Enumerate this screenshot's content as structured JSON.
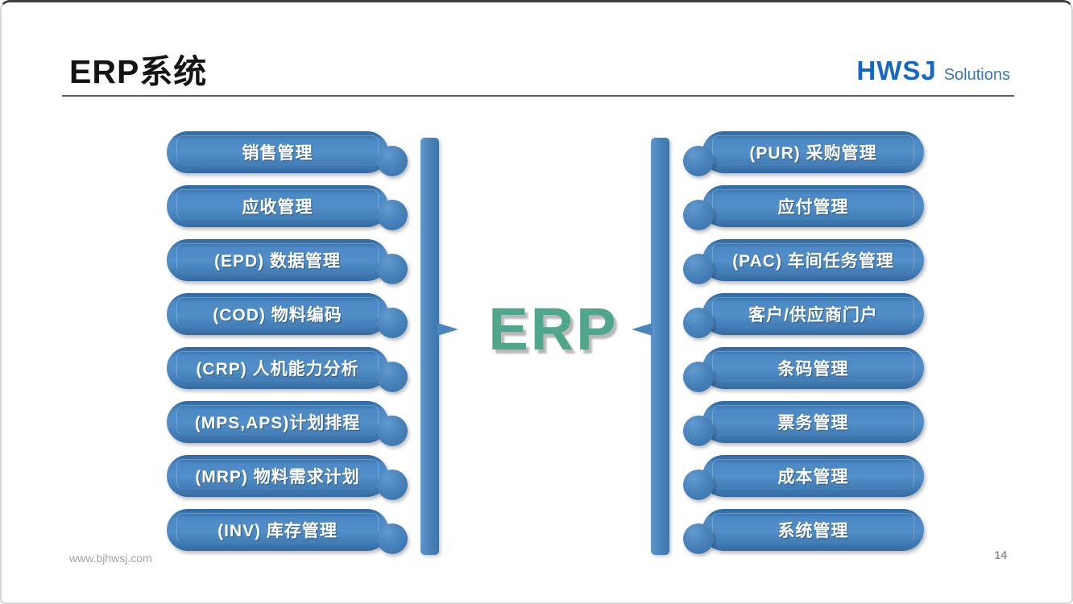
{
  "slide": {
    "title": "ERP系统",
    "logo": {
      "main": "HWSJ",
      "sub": "Solutions"
    },
    "center": {
      "label": "ERP"
    },
    "left_modules": [
      "销售管理",
      "应收管理",
      "(EPD) 数据管理",
      "(COD) 物料编码",
      "(CRP) 人机能力分析",
      "(MPS,APS)计划排程",
      "(MRP) 物料需求计划",
      "(INV) 库存管理"
    ],
    "right_modules": [
      "(PUR) 采购管理",
      "应付管理",
      "(PAC) 车间任务管理",
      "客户/供应商门户",
      "条码管理",
      "票务管理",
      "成本管理",
      "系统管理"
    ],
    "footer": {
      "website": "www.bjhwsj.com",
      "page_number": "14"
    },
    "colors": {
      "pill_blue": "#4a86c0",
      "bar_blue": "#4b85be",
      "erp_green": "#4fa68c",
      "logo_blue": "#1667c4",
      "title_black": "#141414"
    }
  }
}
